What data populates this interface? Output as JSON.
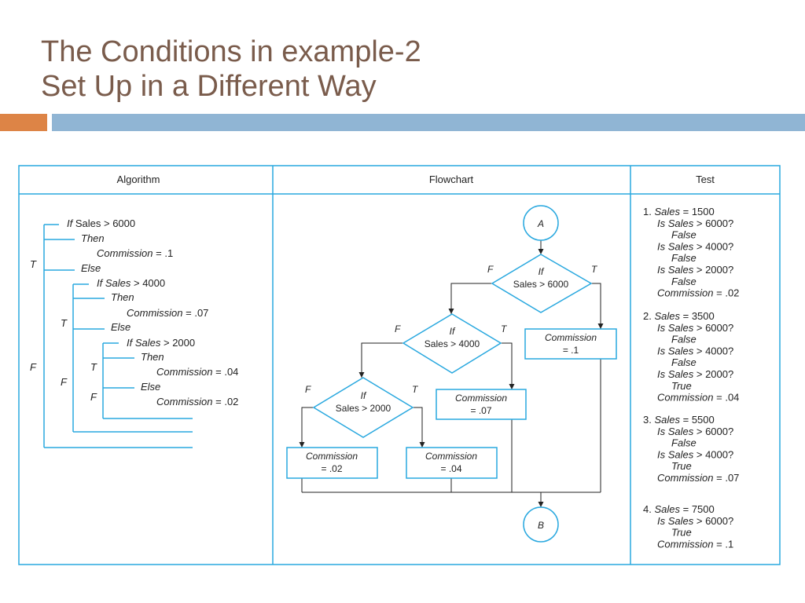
{
  "title": {
    "line1": "The Conditions in example-2",
    "line2": "Set Up in a Different Way"
  },
  "colors": {
    "title": "#7a5c4c",
    "accent_orange": "#dd8446",
    "accent_blue": "#90b5d4",
    "diagram_line": "#29a8df"
  },
  "table": {
    "headers": {
      "algorithm": "Algorithm",
      "flowchart": "Flowchart",
      "test": "Test"
    }
  },
  "algorithm": {
    "if1_kw": "If",
    "if1_cond": "Sales > 6000",
    "then1": "Then",
    "comm1_kw": "Commission",
    "comm1_val": "= .1",
    "else1": "Else",
    "if2_kw": "If",
    "if2_cond": "Sales > 4000",
    "then2": "Then",
    "comm2_kw": "Commission",
    "comm2_val": "= .07",
    "else2": "Else",
    "if3_kw": "If",
    "if3_cond": "Sales > 2000",
    "then3": "Then",
    "comm3_kw": "Commission",
    "comm3_val": "= .04",
    "else3": "Else",
    "comm4_kw": "Commission",
    "comm4_val": "= .02",
    "t1": "T",
    "t2": "T",
    "t3": "T",
    "f1": "F",
    "f2": "F",
    "f3": "F"
  },
  "flowchart": {
    "start": "A",
    "end": "B",
    "d1_line1": "If",
    "d1_line2": "Sales > 6000",
    "d2_line1": "If",
    "d2_line2": "Sales > 4000",
    "d3_line1": "If",
    "d3_line2": "Sales > 2000",
    "t": "T",
    "f": "F",
    "box1_line1": "Commission",
    "box1_line2": "= .1",
    "box2_line1": "Commission",
    "box2_line2": "= .07",
    "box3_line1": "Commission",
    "box3_line2": "= .04",
    "box4_line1": "Commission",
    "box4_line2": "= .02"
  },
  "tests": [
    {
      "num": "1.",
      "sales": "Sales",
      "sales_val": "= 1500",
      "lines": [
        {
          "text": "Is Sales > 6000?",
          "indent": 0
        },
        {
          "text": "False",
          "indent": 1
        },
        {
          "text": "Is Sales > 4000?",
          "indent": 0
        },
        {
          "text": "False",
          "indent": 1
        },
        {
          "text": "Is Sales > 2000?",
          "indent": 0
        },
        {
          "text": "False",
          "indent": 1
        }
      ],
      "commission": "Commission",
      "commission_val": "= .02"
    },
    {
      "num": "2.",
      "sales": "Sales",
      "sales_val": "= 3500",
      "lines": [
        {
          "text": "Is Sales > 6000?",
          "indent": 0
        },
        {
          "text": "False",
          "indent": 1
        },
        {
          "text": "Is Sales > 4000?",
          "indent": 0
        },
        {
          "text": "False",
          "indent": 1
        },
        {
          "text": "Is Sales > 2000?",
          "indent": 0
        },
        {
          "text": "True",
          "indent": 1
        }
      ],
      "commission": "Commission",
      "commission_val": "= .04"
    },
    {
      "num": "3.",
      "sales": "Sales",
      "sales_val": "= 5500",
      "lines": [
        {
          "text": "Is Sales > 6000?",
          "indent": 0
        },
        {
          "text": "False",
          "indent": 1
        },
        {
          "text": "Is Sales > 4000?",
          "indent": 0
        },
        {
          "text": "True",
          "indent": 1
        }
      ],
      "commission": "Commission",
      "commission_val": "= .07"
    },
    {
      "num": "4.",
      "sales": "Sales",
      "sales_val": "= 7500",
      "lines": [
        {
          "text": "Is Sales > 6000?",
          "indent": 0
        },
        {
          "text": "True",
          "indent": 1
        }
      ],
      "commission": "Commission",
      "commission_val": "= .1"
    }
  ]
}
